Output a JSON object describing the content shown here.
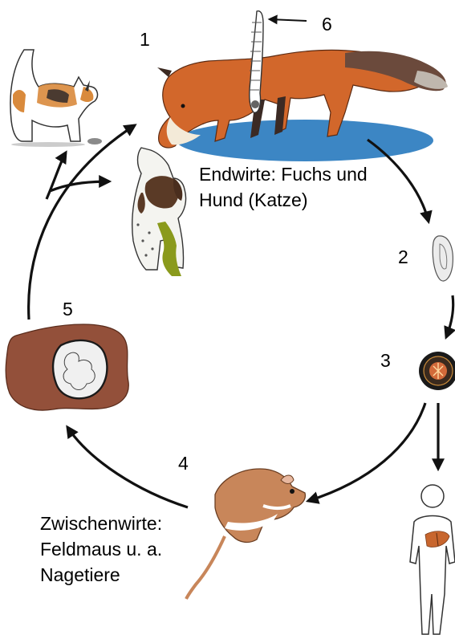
{
  "numbers": {
    "n1": "1",
    "n2": "2",
    "n3": "3",
    "n4": "4",
    "n5": "5",
    "n6": "6"
  },
  "endhost": {
    "line1": "Endwirte: Fuchs und",
    "line2": "Hund (Katze)"
  },
  "intermediate": {
    "line1": "Zwischenwirte:",
    "line2": "Feldmaus u. a.",
    "line3": "Nagetiere"
  },
  "colors": {
    "fox": "#d2672b",
    "fox_shadow": "#3c86c4",
    "liver": "#93503a",
    "mouse": "#c8865a",
    "dog_spot": "#5a3a26",
    "dog_feces": "#8a9a1c",
    "human_liver": "#c8662e"
  }
}
